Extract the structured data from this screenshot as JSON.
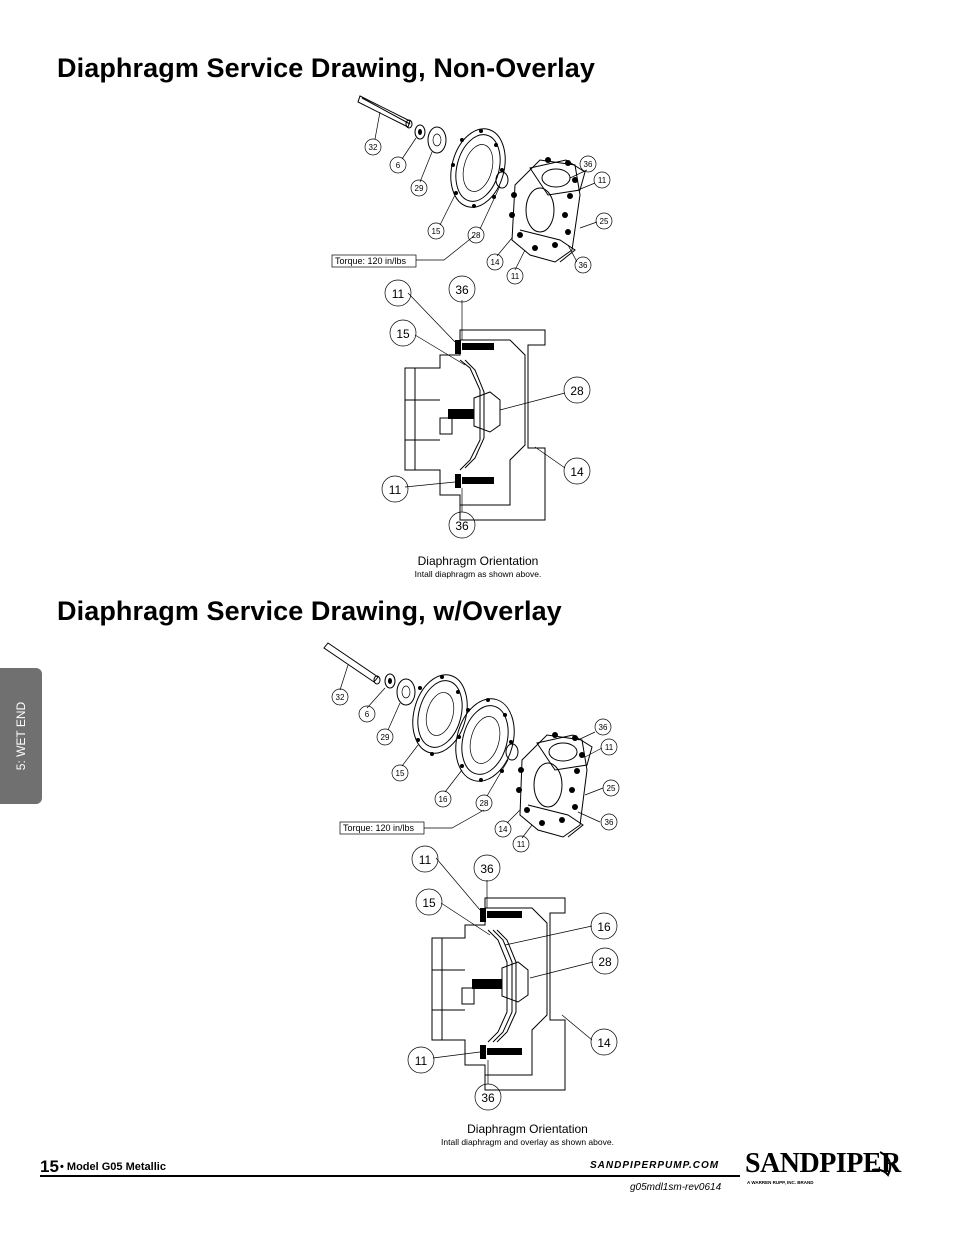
{
  "titles": {
    "non_overlay": "Diaphragm Service Drawing, Non-Overlay",
    "overlay": "Diaphragm Service Drawing, w/Overlay"
  },
  "side_tab": "5: WET END",
  "drawing1": {
    "callouts_exploded": [
      "32",
      "6",
      "29",
      "15",
      "28",
      "36",
      "11",
      "25",
      "14",
      "11",
      "36"
    ],
    "torque": "Torque: 120 in/lbs",
    "callouts_section": [
      "11",
      "36",
      "15",
      "28",
      "14",
      "11",
      "36"
    ],
    "caption": "Diaphragm Orientation",
    "subcaption": "Intall diaphragm as shown above."
  },
  "drawing2": {
    "callouts_exploded": [
      "32",
      "6",
      "29",
      "15",
      "16",
      "28",
      "36",
      "11",
      "25",
      "14",
      "11",
      "36"
    ],
    "torque": "Torque: 120 in/lbs",
    "callouts_section": [
      "11",
      "36",
      "15",
      "16",
      "28",
      "14",
      "11",
      "36"
    ],
    "caption": "Diaphragm Orientation",
    "subcaption": "Intall diaphragm and overlay as shown above."
  },
  "footer": {
    "page": "15",
    "model": "• Model G05 Metallic",
    "url": "SANDPIPERPUMP.COM",
    "doc_id": "g05mdl1sm-rev0614",
    "brand": "SANDPIPER",
    "brand_sub": "A WARREN RUPP, INC. BRAND"
  }
}
